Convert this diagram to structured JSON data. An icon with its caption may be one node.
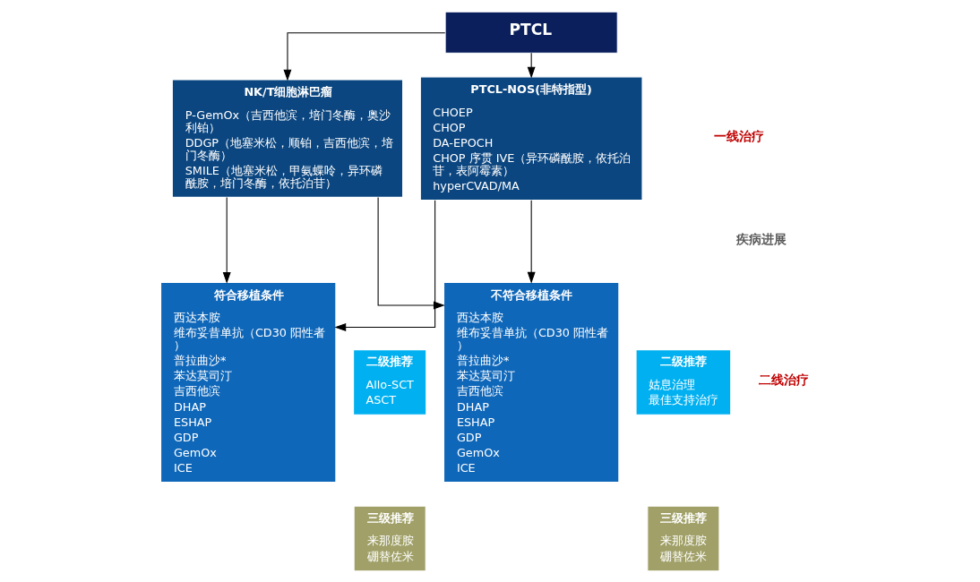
{
  "diagram": {
    "nodes": [
      {
        "text": [
          "PTCL"
        ]
      },
      {
        "text": [
          "PTCL-NOS(非特指型)",
          "CHOEP",
          "CHOP",
          "DA-EPOCH",
          "CHOP 序贯 IVE（异环磷酰胺，依托泊苷，表阿霉素）",
          "hyperCVAD/MA"
        ]
      },
      {
        "text": [
          "NK/T细胞淋巴瘤",
          "P-GemOx（吉西他滨，培门冬酶，奥沙利铂）",
          "DDGP（地塞米松，顺铂，吉西他滨，培门冬酶）",
          "SMILE（地塞米松，甲氨蝶呤，异环磷酰胺，培门冬酶，依托泊苷）"
        ]
      },
      {
        "text": [
          "符合移植条件",
          "西达本胺",
          "维布妥昔单抗（CD30 阳性者）",
          "普拉曲沙*",
          "苯达莫司汀",
          "吉西他滨",
          "DHAP",
          "ESHAP",
          "GDP",
          "GemOx",
          "ICE"
        ]
      },
      {
        "text": [
          "二级推荐",
          "Allo-SCT",
          "ASCT"
        ]
      },
      {
        "text": [
          "三级推荐",
          "来那度胺",
          "硼替佐米"
        ]
      },
      {
        "text": [
          "不符合移植条件",
          "西达本胺",
          "维布妥昔单抗（CD30 阳性者）",
          "普拉曲沙*",
          "苯达莫司汀",
          "吉西他滨",
          "DHAP",
          "ESHAP",
          "GDP",
          "GemOx",
          "ICE"
        ]
      },
      {
        "text": [
          "二级推荐",
          "姑息治理",
          "最佳支持治疗"
        ]
      },
      {
        "text": [
          "三级推荐",
          "来那度胺",
          "硼替佐米"
        ]
      }
    ],
    "edges": [
      {
        "from": 0,
        "to": 1,
        "arrow": "to"
      },
      {
        "from": 0,
        "to": 2,
        "arrow": "to"
      },
      {
        "from": 1,
        "to": 3,
        "arrow": "to"
      },
      {
        "from": 1,
        "to": 6,
        "arrow": "to"
      },
      {
        "from": 2,
        "to": 3,
        "arrow": "to"
      },
      {
        "from": 2,
        "to": 6,
        "arrow": "to"
      }
    ],
    "labels": [
      "一线治疗",
      "疾病进展",
      "二线治疗"
    ]
  }
}
